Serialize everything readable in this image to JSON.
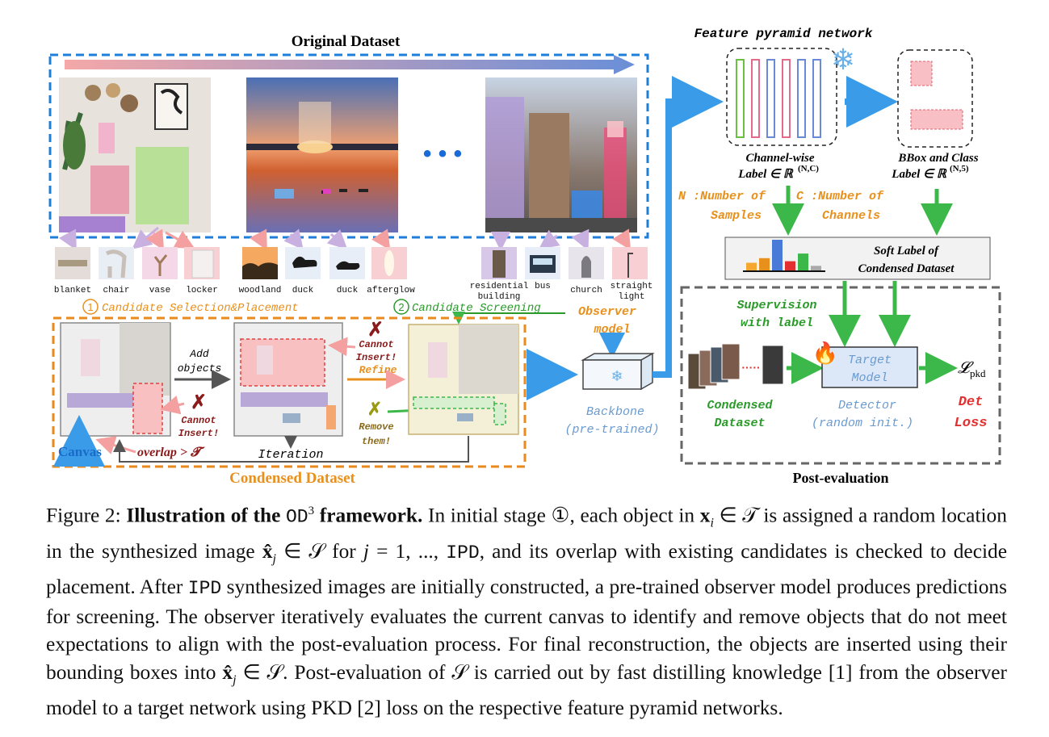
{
  "figure": {
    "original_dataset_title": "Original Dataset",
    "fpn_title": "Feature pyramid network",
    "more_dots": "• • •",
    "object_labels": [
      "blanket",
      "chair",
      "vase",
      "locker",
      "woodland",
      "duck",
      "duck",
      "afterglow",
      "residential building",
      "bus",
      "church",
      "straight light"
    ],
    "object_labels_multiline": {
      "residential_1": "residential",
      "residential_2": "building",
      "straight_1": "straight",
      "straight_2": "light"
    },
    "stage1_num": "1",
    "stage1_label": "Candidate Selection&Placement",
    "stage2_num": "2",
    "stage2_label": "Candidate Screening",
    "observer_1": "Observer",
    "observer_2": "model",
    "add_objects_1": "Add",
    "add_objects_2": "objects",
    "cannot_insert_1": "Cannot",
    "cannot_insert_2": "Insert!",
    "refine": "Refine",
    "remove_1": "Remove",
    "remove_2": "them!",
    "canvas": "Canvas",
    "overlap": "overlap > 𝓣",
    "iteration": "Iteration",
    "condensed_dataset_title": "Condensed Dataset",
    "backbone_1": "Backbone",
    "backbone_2": "(pre-trained)",
    "channel_label_1": "Channel-wise",
    "channel_label_2": "Label ∈ ℝ",
    "channel_label_sup": "(N,C)",
    "bbox_label_1": "BBox and Class",
    "bbox_label_2": "Label ∈ ℝ",
    "bbox_label_sup": "(N,5)",
    "n_samples_1": "N :Number of",
    "n_samples_2": "Samples",
    "c_channels_1": "C :Number of",
    "c_channels_2": "Channels",
    "soft_label_1": "Soft Label of",
    "soft_label_2": "Condensed Dataset",
    "supervision_1": "Supervision",
    "supervision_2": "with label",
    "target_model_1": "Target",
    "target_model_2": "Model",
    "loss_symbol": "𝓛",
    "loss_sub": "pkd",
    "condensed_1": "Condensed",
    "condensed_2": "Dataset",
    "detector_1": "Detector",
    "detector_2": "(random init.)",
    "det_loss_1": "Det",
    "det_loss_2": "Loss",
    "post_eval": "Post-evaluation",
    "soft_label_bars": [
      0.25,
      0.4,
      1.0,
      0.3,
      0.55,
      0.15
    ],
    "colors": {
      "blue_dash": "#1f7fd8",
      "orange_dash": "#ea8a1a",
      "gray_dash": "#666666",
      "orange_text": "#e8901c",
      "green_text": "#2a9a2a",
      "blue_text": "#6a9ad0",
      "red_text": "#e23030",
      "dark_red": "#8b1a1a",
      "arrow_blue": "#3a9be8",
      "arrow_green": "#3cb84a",
      "olive": "#9a9a10"
    }
  },
  "caption": {
    "fig_num": "Figure 2:",
    "bold_title_a": "Illustration of the",
    "od3": "OD",
    "od3_sup": "3",
    "bold_title_b": "framework.",
    "s1": "In initial stage ①, each object in",
    "xi": "x",
    "xi_sub": "i",
    "in_T": "∈ 𝒯 is assigned a",
    "line2a": "random location in the synthesized image",
    "xhat": "x̂",
    "xhat_sub": "j",
    "in_S": "∈ 𝒮 for",
    "jeq": "j",
    "eq1": "= 1, ...,",
    "ipd": "IPD",
    "line2b": ", and its overlap with existing",
    "line3a": "candidates is checked to decide placement. After",
    "line3b": "synthesized images are initially constructed, a",
    "line4": "pre-trained observer model produces predictions for screening. The observer iteratively evaluates",
    "line5": "the current canvas to identify and remove objects that do not meet expectations to align with the",
    "line6": "post-evaluation process. For final reconstruction, the objects are inserted using their bounding boxes",
    "line7a": "into",
    "line7b": "∈ 𝒮. Post-evaluation of",
    "S": "𝒮",
    "line7c": "is carried out by fast distilling knowledge [1] from the observer",
    "line8": "model to a target network using PKD [2] loss on the respective feature pyramid networks."
  }
}
